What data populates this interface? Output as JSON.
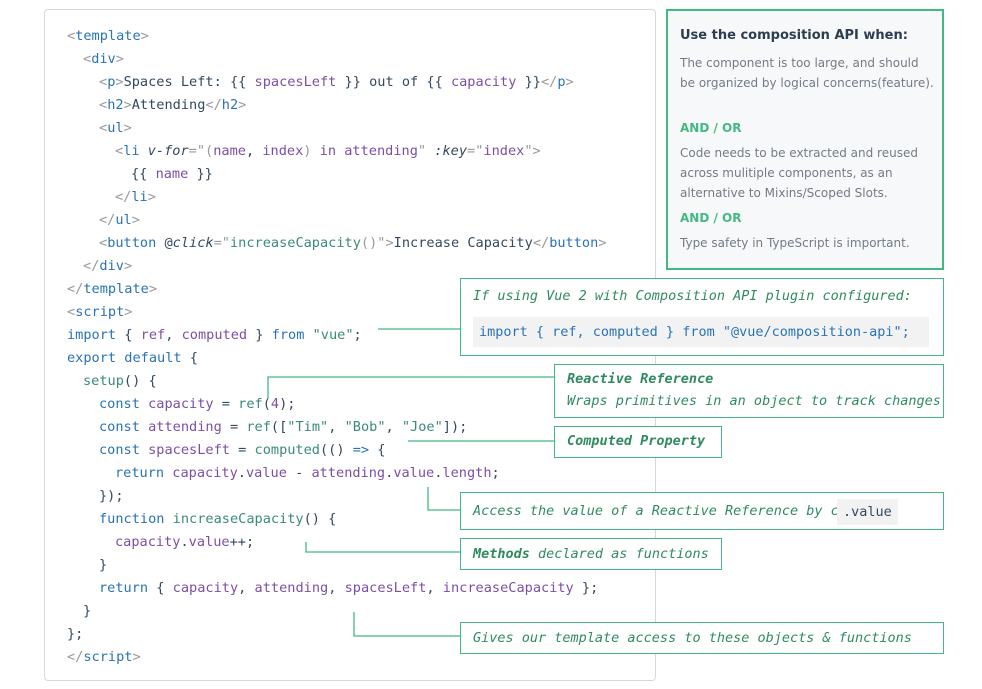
{
  "code_lines": {
    "l1": {
      "open": "<",
      "tag": "template",
      "close": ">"
    },
    "l2": {
      "open": "<",
      "tag": "div",
      "close": ">"
    },
    "l3": {
      "open": "<",
      "tag": "p",
      "close": ">",
      "t1": "Spaces Left: {{ ",
      "v1": "spacesLeft",
      "t2": " }} out of {{ ",
      "v2": "capacity",
      "t3": " }}",
      "eopen": "</",
      "etag": "p",
      "eclose": ">"
    },
    "l4": {
      "open": "<",
      "tag": "h2",
      "close": ">",
      "text": "Attending",
      "eopen": "</",
      "etag": "h2",
      "eclose": ">"
    },
    "l5": {
      "open": "<",
      "tag": "ul",
      "close": ">"
    },
    "l6": {
      "open": "<",
      "tag": "li",
      "attr1": "v-for",
      "eq": "=\"",
      "pn": "(",
      "a1": "name",
      "c1": ", ",
      "a2": "index",
      "pc": ")",
      "in": " in ",
      "a3": "attending",
      "q": "\"",
      "attr2": ":key",
      "eq2": "=\"",
      "a4": "index",
      "q2": "\"",
      "close": ">"
    },
    "l7": {
      "t1": "{{ ",
      "v": "name",
      "t2": " }}"
    },
    "l8": {
      "open": "</",
      "tag": "li",
      "close": ">"
    },
    "l9": {
      "open": "</",
      "tag": "ul",
      "close": ">"
    },
    "l10": {
      "open": "<",
      "tag": "button",
      "at": "@",
      "attr": "click",
      "eq": "=\"",
      "fn": "increaseCapacity",
      "pp": "()",
      "q": "\"",
      "close": ">",
      "text": "Increase Capacity",
      "eopen": "</",
      "etag": "button",
      "eclose": ">"
    },
    "l11": {
      "open": "</",
      "tag": "div",
      "close": ">"
    },
    "l12": {
      "open": "</",
      "tag": "template",
      "close": ">"
    },
    "l13": {
      "open": "<",
      "tag": "script",
      "close": ">"
    },
    "l14": {
      "kw": "import",
      "t1": " { ",
      "v1": "ref",
      "c": ", ",
      "v2": "computed",
      "t2": " } ",
      "kw2": "from",
      "sp": " ",
      "str": "\"vue\"",
      "semi": ";"
    },
    "l15": {
      "kw": "export default",
      "t": " {"
    },
    "l16": {
      "fn": "setup",
      "t": "() {"
    },
    "l17": {
      "kw": "const",
      "sp": " ",
      "v": "capacity",
      "eq": " = ",
      "fn": "ref",
      "t1": "(",
      "num": "4",
      "t2": ");"
    },
    "l18": {
      "kw": "const",
      "sp": " ",
      "v": "attending",
      "eq": " = ",
      "fn": "ref",
      "t1": "([",
      "s1": "\"Tim\"",
      "c1": ", ",
      "s2": "\"Bob\"",
      "c2": ", ",
      "s3": "\"Joe\"",
      "t2": "]);"
    },
    "l19": {
      "kw": "const",
      "sp": " ",
      "v": "spacesLeft",
      "eq": " = ",
      "fn": "computed",
      "t1": "(() ",
      "arrow": "=>",
      "t2": " {"
    },
    "l20": {
      "kw": "return",
      "sp": " ",
      "v1": "capacity",
      "d1": ".",
      "v2": "value",
      "m": " - ",
      "v3": "attending",
      "d2": ".",
      "v4": "value",
      "d3": ".",
      "v5": "length",
      "semi": ";"
    },
    "l21": {
      "t": "});"
    },
    "l22": {
      "kw": "function",
      "sp": " ",
      "fn": "increaseCapacity",
      "t": "() {"
    },
    "l23": {
      "v1": "capacity",
      "d": ".",
      "v2": "value",
      "t": "++;"
    },
    "l24": {
      "t": "}"
    },
    "l25": {
      "kw": "return",
      "t1": " { ",
      "v1": "capacity",
      "c1": ", ",
      "v2": "attending",
      "c2": ", ",
      "v3": "spacesLeft",
      "c3": ", ",
      "v4": "increaseCapacity",
      "t2": " };"
    },
    "l26": {
      "t": "}"
    },
    "l27": {
      "t": "};"
    },
    "l28": {
      "open": "</",
      "tag": "script",
      "close": ">"
    }
  },
  "info_box": {
    "heading": "Use the composition API when:",
    "item1": "The component is too large, and should be organized by logical concerns(feature).",
    "or1": "AND / OR",
    "item2": "Code needs to be extracted and reused across mulitiple components, as an alternative to Mixins/Scoped Slots.",
    "or2": "AND / OR",
    "item3": "Type safety in TypeScript is important."
  },
  "notes": {
    "vue2": {
      "text": "If using Vue 2 with Composition API plugin configured:",
      "code": "import { ref, computed } from \"@vue/composition-api\";"
    },
    "reactive": {
      "title": "Reactive Reference",
      "text": "Wraps primitives in an object to track changes"
    },
    "computed": {
      "title": "Computed Property"
    },
    "value": {
      "text": "Access the value of a Reactive Reference by calling",
      "code": ".value"
    },
    "methods": {
      "bold": "Methods",
      "text": " declared as functions"
    },
    "returns": {
      "text": "Gives our template access to these objects & functions"
    }
  },
  "colors": {
    "accent": "#42b883",
    "tag": "#2973b7",
    "attr": "#7d4ea6",
    "string": "#3b8a7a"
  }
}
